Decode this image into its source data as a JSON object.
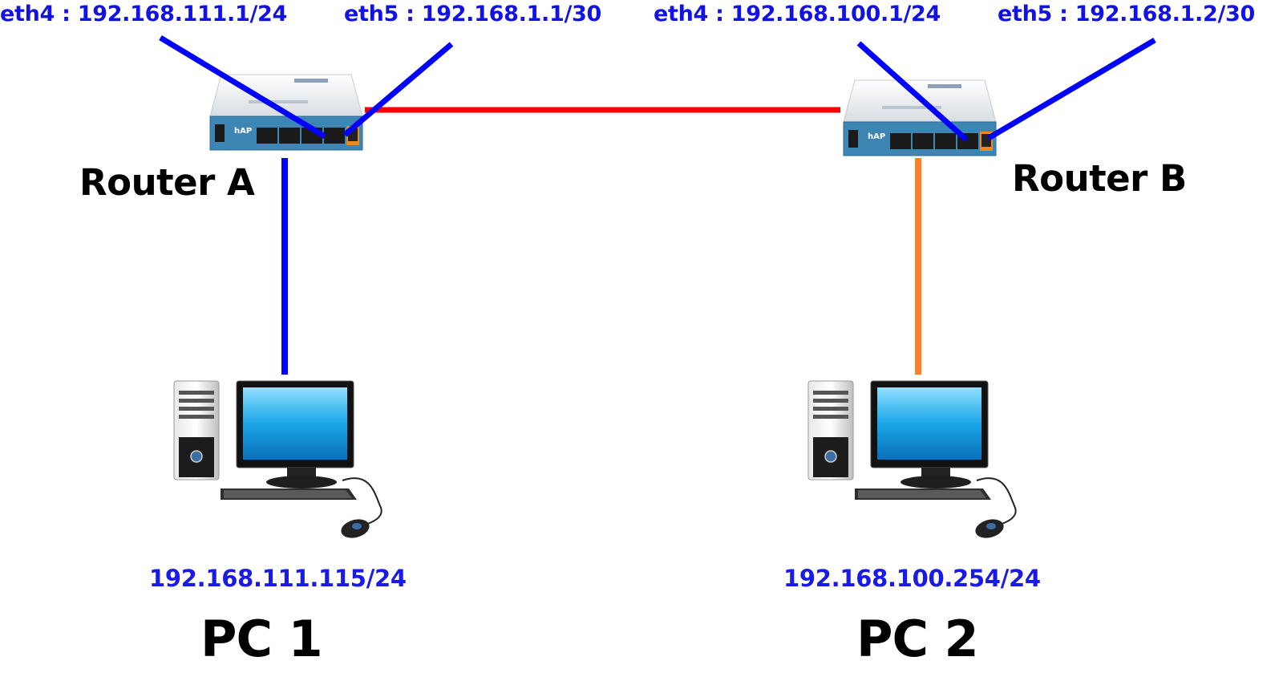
{
  "routers": [
    {
      "id": "a",
      "name": "Router A",
      "model": "hAP",
      "eth4": "eth4 : 192.168.111.1/24",
      "eth5": "eth5 : 192.168.1.1/30"
    },
    {
      "id": "b",
      "name": "Router B",
      "model": "hAP",
      "eth4": "eth4 : 192.168.100.1/24",
      "eth5": "eth5 : 192.168.1.2/30"
    }
  ],
  "pcs": [
    {
      "id": "pc1",
      "name": "PC 1",
      "ip": "192.168.111.115/24"
    },
    {
      "id": "pc2",
      "name": "PC 2",
      "ip": "192.168.100.254/24"
    }
  ],
  "links": [
    {
      "from": "Router A eth5",
      "to": "Router B eth5",
      "color": "#ff0000"
    },
    {
      "from": "Router A",
      "to": "PC 1",
      "color": "#0000ff"
    },
    {
      "from": "Router B",
      "to": "PC 2",
      "color": "#ff7f27"
    }
  ],
  "callout_color": "#0000ff",
  "icons": [
    "router-icon",
    "desktop-pc-icon"
  ]
}
